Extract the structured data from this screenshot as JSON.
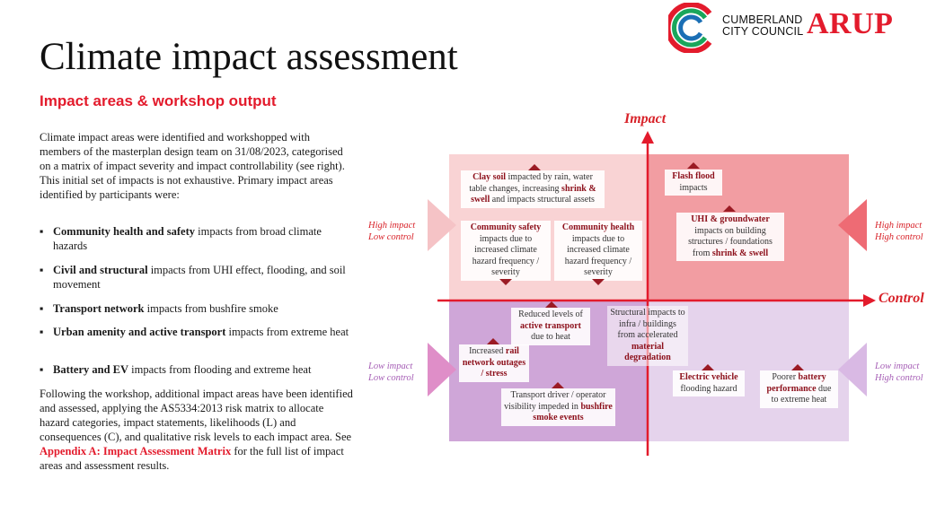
{
  "header": {
    "title": "Climate impact assessment",
    "subtitle": "Impact areas & workshop output"
  },
  "logos": {
    "council_line1": "CUMBERLAND",
    "council_line2": "CITY COUNCIL",
    "arup": "ARUP"
  },
  "intro": "Climate impact areas were identified and workshopped with members of the masterplan design team on 31/08/2023, categorised on a matrix of impact severity and impact controllability (see right). This initial set of impacts is not exhaustive. Primary impact areas identified by participants were:",
  "bullets": [
    {
      "bold": "Community health and safety",
      "rest": " impacts from broad climate hazards"
    },
    {
      "bold": "Civil and structural",
      "rest": " impacts from UHI effect, flooding, and soil movement"
    },
    {
      "bold": "Transport network",
      "rest": " impacts from bushfire smoke"
    },
    {
      "bold": "Urban amenity and active transport",
      "rest": " impacts from extreme heat"
    },
    {
      "bold": "Battery and EV",
      "rest": " impacts from flooding and extreme heat"
    }
  ],
  "outro": {
    "before": "Following the workshop, additional impact areas have been identified and assessed, applying the AS5334:2013 risk matrix to allocate hazard categories, impact statements, likelihoods (L) and consequences (C), and qualitative risk levels to each impact area. See ",
    "link": "Appendix A: Impact Assessment Matrix",
    "after": " for the full list of impact areas and assessment results."
  },
  "matrix": {
    "y_axis_label": "Impact",
    "x_axis_label": "Control",
    "side_labels": {
      "top_left": [
        "High impact",
        "Low control"
      ],
      "top_right": [
        "High impact",
        "High control"
      ],
      "bottom_left": [
        "Low impact",
        "Low control"
      ],
      "bottom_right": [
        "Low impact",
        "High control"
      ]
    },
    "colors": {
      "axis": "#e31b2c",
      "high_impact_low_control": "#f9d3d4",
      "high_impact_high_control": "#f29da2",
      "low_impact_low_control": "#cfa6d8",
      "low_impact_high_control": "#e5d3ec"
    },
    "cards": {
      "clay_soil": {
        "b1": "Clay soil",
        "t1": " impacted by rain, water table changes, increasing ",
        "b2": "shrink & swell",
        "t2": " and impacts structural assets"
      },
      "flash_flood": {
        "b1": "Flash flood",
        "t1": " impacts"
      },
      "uhi": {
        "b1": "UHI & groundwater",
        "t1": " impacts on building structures / foundations from ",
        "b2": "shrink & swell"
      },
      "community_safety": {
        "b1": "Community safety",
        "t1": " impacts due to increased climate hazard frequency / severity"
      },
      "community_health": {
        "b1": "Community health",
        "t1": " impacts due to increased climate hazard frequency / severity"
      },
      "active_transport": {
        "t1": "Reduced levels of ",
        "b1": "active transport",
        "t2": " due to heat"
      },
      "structural": {
        "t1": "Structural impacts to infra / buildings from accelerated ",
        "b1": "material degradation"
      },
      "rail": {
        "t1": "Increased ",
        "b1": "rail network outages / stress"
      },
      "transport_driver": {
        "t1": "Transport driver / operator visibility impeded in ",
        "b1": "bushfire smoke events"
      },
      "ev": {
        "b1": "Electric vehicle",
        "t1": " flooding hazard"
      },
      "battery": {
        "t1": "Poorer ",
        "b1": "battery performance",
        "t2": " due to extreme heat"
      }
    }
  }
}
